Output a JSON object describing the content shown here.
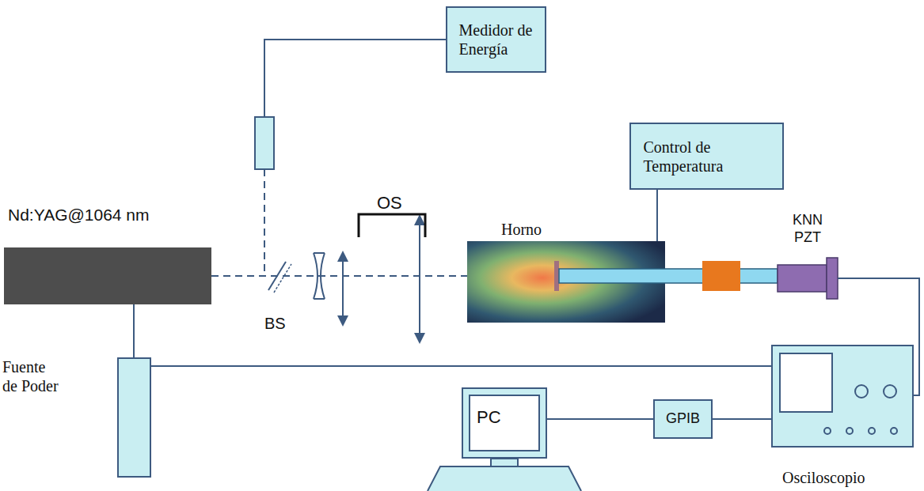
{
  "diagram": {
    "nodes": [
      {
        "text": [
          "Medidor de Energía"
        ]
      },
      {
        "text": [
          "Control de Temperatura"
        ]
      },
      {
        "text": [
          "Nd:YAG@1064 nm"
        ]
      },
      {
        "text": [
          "Horno"
        ]
      },
      {
        "text": [
          "KNN PZT"
        ]
      },
      {
        "text": [
          "Fuente de Poder"
        ]
      },
      {
        "text": [
          "PC"
        ]
      },
      {
        "text": [
          "GPIB"
        ]
      },
      {
        "text": [
          "Osciloscopio"
        ]
      }
    ],
    "edges": [
      {
        "from": 2,
        "to": 5,
        "arrow": "none"
      },
      {
        "from": 1,
        "to": 3,
        "arrow": "none"
      },
      {
        "from": 5,
        "to": 8,
        "arrow": "none"
      },
      {
        "from": 6,
        "to": 7,
        "arrow": "none"
      },
      {
        "from": 7,
        "to": 8,
        "arrow": "none"
      },
      {
        "from": 4,
        "to": 8,
        "arrow": "none"
      }
    ],
    "labels": [
      "OS",
      "BS"
    ]
  }
}
